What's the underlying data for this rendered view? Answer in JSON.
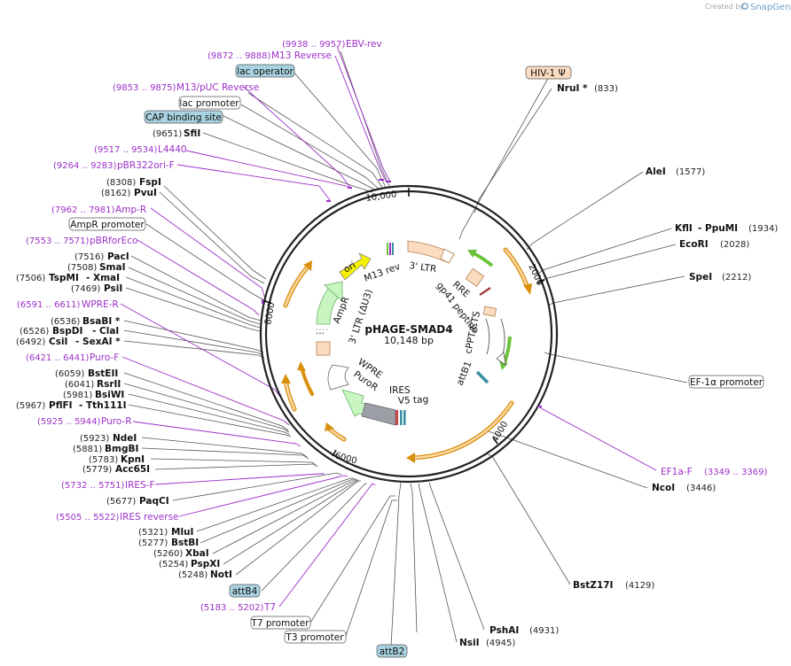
{
  "watermark": {
    "prefix": "Created by",
    "brand": "SnapGene"
  },
  "plasmid": {
    "name": "pHAGE-SMAD4",
    "size_label": "10,148 bp"
  },
  "ticks": {
    "t2000": "2000",
    "t4000": "4000",
    "t6000": "6000",
    "t8000": "8000",
    "t10000": "10,000"
  },
  "feature_labels": {
    "ori": "ori",
    "m13rev": "M13 rev",
    "ltr3": "3' LTR",
    "rre": "RRE",
    "gp41": "gp41 peptide",
    "cppt": "cPPT/CTS",
    "attb1": "attB1",
    "ampr": "AmpR",
    "ltr3du3": "3' LTR (ΔU3)",
    "wpre": "WPRE",
    "puror": "PuroR",
    "ires": "IRES",
    "v5tag": "V5 tag",
    "dots": "..."
  },
  "boxed_labels": {
    "lac_operator": "lac operator",
    "lac_promoter": "lac promoter",
    "cap_site": "CAP binding site",
    "ampr_promoter": "AmpR promoter",
    "hiv1": "HIV-1 Ψ",
    "ef1a_promoter": "EF-1α promoter",
    "attb4": "attB4",
    "t7_promoter": "T7 promoter",
    "t3_promoter": "T3 promoter",
    "attb2": "attB2"
  },
  "primers": {
    "ebv_rev": {
      "coord": "(9938 .. 9957)",
      "name": "EBV-rev"
    },
    "m13_reverse": {
      "coord": "(9872 .. 9888)",
      "name": "M13 Reverse"
    },
    "m13_puc_reverse": {
      "coord": "(9853 .. 9875)",
      "name": "M13/pUC Reverse"
    },
    "l4440": {
      "coord": "(9517 .. 9534)",
      "name": "L4440"
    },
    "pbr322ori_f": {
      "coord": "(9264 .. 9283)",
      "name": "pBR322ori-F"
    },
    "amp_r": {
      "coord": "(7962 .. 7981)",
      "name": "Amp-R"
    },
    "pbrforeco": {
      "coord": "(7553 .. 7571)",
      "name": "pBRforEco"
    },
    "wpre_r": {
      "coord": "(6591 .. 6611)",
      "name": "WPRE-R"
    },
    "puro_f": {
      "coord": "(6421 .. 6441)",
      "name": "Puro-F"
    },
    "puro_r": {
      "coord": "(5925 .. 5944)",
      "name": "Puro-R"
    },
    "ires_f": {
      "coord": "(5732 .. 5751)",
      "name": "IRES-F"
    },
    "ires_reverse": {
      "coord": "(5505 .. 5522)",
      "name": "IRES reverse"
    },
    "t7": {
      "coord": "(5183 .. 5202)",
      "name": "T7"
    },
    "ef1a_f": {
      "name": "EF1a-F",
      "coord": "(3349 .. 3369)"
    }
  },
  "sites_left": [
    {
      "coord": "(9651)",
      "name": "SfiI"
    },
    {
      "coord": "(8308)",
      "name": "FspI"
    },
    {
      "coord": "(8162)",
      "name": "PvuI"
    },
    {
      "coord": "(7516)",
      "name": "PacI"
    },
    {
      "coord": "(7508)",
      "name": "SmaI"
    },
    {
      "coord": "(7506)",
      "name": "TspMI",
      "alt": "- XmaI"
    },
    {
      "coord": "(7469)",
      "name": "PsiI"
    },
    {
      "coord": "(6536)",
      "name": "BsaBI *"
    },
    {
      "coord": "(6526)",
      "name": "BspDI",
      "alt": "- ClaI"
    },
    {
      "coord": "(6492)",
      "name": "CsiI",
      "alt": "- SexAI *"
    },
    {
      "coord": "(6059)",
      "name": "BstEII"
    },
    {
      "coord": "(6041)",
      "name": "RsrII"
    },
    {
      "coord": "(5981)",
      "name": "BsiWI"
    },
    {
      "coord": "(5967)",
      "name": "PflFI",
      "alt": "- Tth111I"
    },
    {
      "coord": "(5923)",
      "name": "NdeI"
    },
    {
      "coord": "(5881)",
      "name": "BmgBI"
    },
    {
      "coord": "(5783)",
      "name": "KpnI"
    },
    {
      "coord": "(5779)",
      "name": "Acc65I"
    },
    {
      "coord": "(5677)",
      "name": "PaqCI"
    },
    {
      "coord": "(5321)",
      "name": "MluI"
    },
    {
      "coord": "(5277)",
      "name": "BstBI"
    },
    {
      "coord": "(5260)",
      "name": "XbaI"
    },
    {
      "coord": "(5254)",
      "name": "PspXI"
    },
    {
      "coord": "(5248)",
      "name": "NotI"
    }
  ],
  "sites_right": [
    {
      "name": "NruI *",
      "coord": "(833)"
    },
    {
      "name": "AleI",
      "coord": "(1577)"
    },
    {
      "name": "KflI",
      "alt": "- PpuMI",
      "coord": "(1934)"
    },
    {
      "name": "EcoRI",
      "coord": "(2028)"
    },
    {
      "name": "SpeI",
      "coord": "(2212)"
    },
    {
      "name": "NcoI",
      "coord": "(3446)"
    },
    {
      "name": "BstZ17I",
      "coord": "(4129)"
    },
    {
      "name": "PshAI",
      "coord": "(4931)"
    },
    {
      "name": "NsiI",
      "coord": "(4945)"
    }
  ],
  "colors": {
    "primer": "#9b30c7",
    "arrow_orange": "#d9900f",
    "arrow_green": "#6bc23a",
    "ori_yellow": "#f5f000",
    "ltr_peach": "#fbdcc0",
    "box_blue": "#a9d3e0",
    "box_peach": "#fbdcc0",
    "puror_green": "#c8f5c0",
    "v5_gray": "#9aa0a6"
  }
}
